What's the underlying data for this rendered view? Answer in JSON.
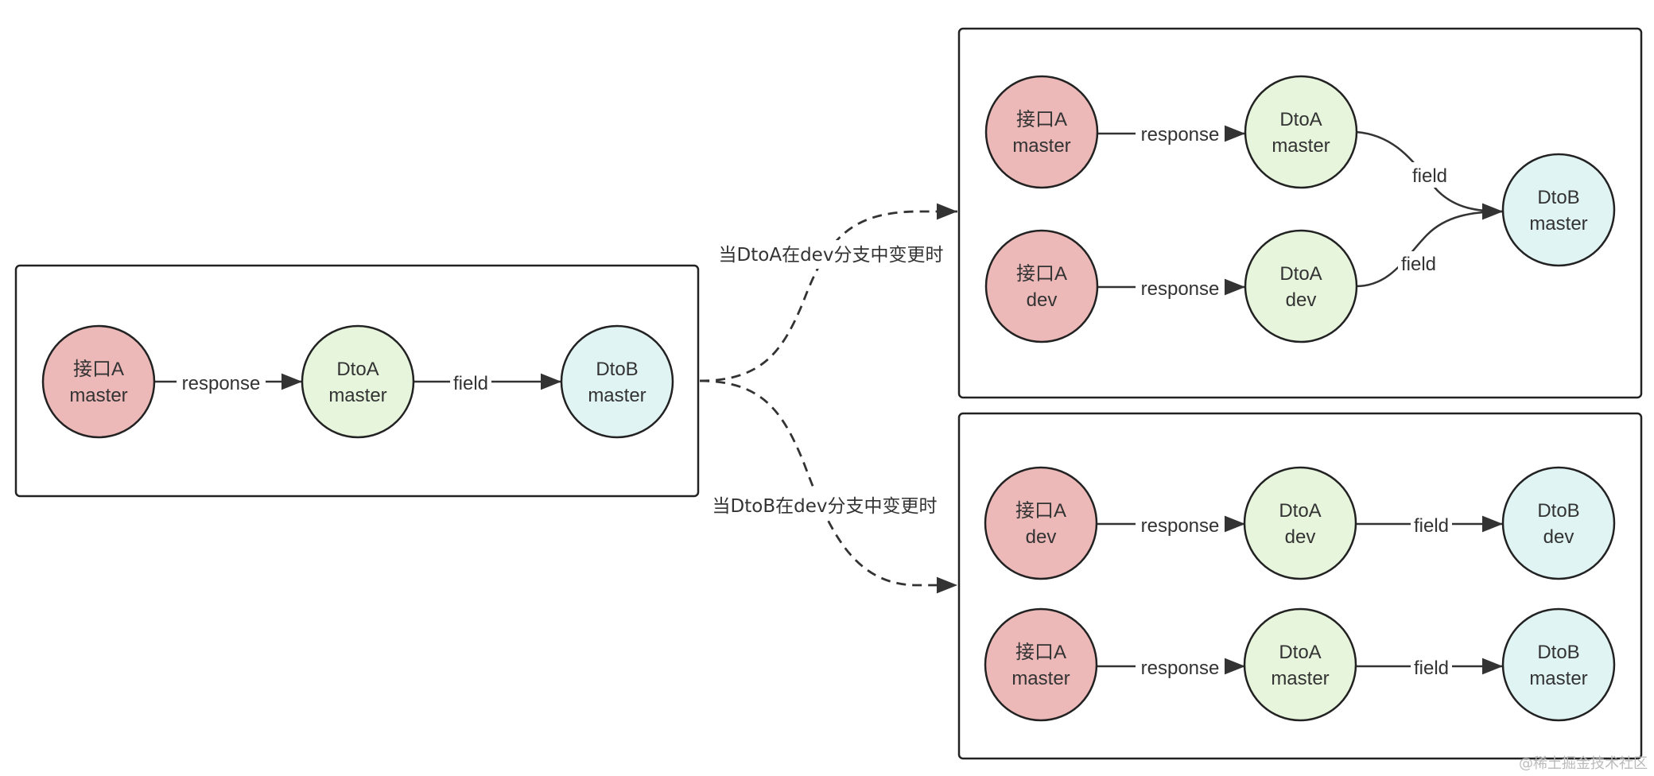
{
  "colors": {
    "interface": "#ecb8b8",
    "dtoA": "#e6f5dc",
    "dtoB": "#e0f4f4",
    "stroke": "#222222"
  },
  "transitions": {
    "top": "当DtoA在dev分支中变更时",
    "bottom": "当DtoB在dev分支中变更时"
  },
  "groups": {
    "base": {
      "nodes": {
        "n1": {
          "line1": "接口A",
          "line2": "master"
        },
        "n2": {
          "line1": "DtoA",
          "line2": "master"
        },
        "n3": {
          "line1": "DtoB",
          "line2": "master"
        }
      },
      "edges": {
        "e1": "response",
        "e2": "field"
      }
    },
    "top": {
      "nodes": {
        "n1": {
          "line1": "接口A",
          "line2": "master"
        },
        "n2": {
          "line1": "DtoA",
          "line2": "master"
        },
        "n3": {
          "line1": "接口A",
          "line2": "dev"
        },
        "n4": {
          "line1": "DtoA",
          "line2": "dev"
        },
        "n5": {
          "line1": "DtoB",
          "line2": "master"
        }
      },
      "edges": {
        "e1": "response",
        "e2": "response",
        "e3": "field",
        "e4": "field"
      }
    },
    "bottom": {
      "nodes": {
        "n1": {
          "line1": "接口A",
          "line2": "dev"
        },
        "n2": {
          "line1": "DtoA",
          "line2": "dev"
        },
        "n3": {
          "line1": "DtoB",
          "line2": "dev"
        },
        "n4": {
          "line1": "接口A",
          "line2": "master"
        },
        "n5": {
          "line1": "DtoA",
          "line2": "master"
        },
        "n6": {
          "line1": "DtoB",
          "line2": "master"
        }
      },
      "edges": {
        "e1": "response",
        "e2": "field",
        "e3": "response",
        "e4": "field"
      }
    }
  },
  "watermark": "@稀土掘金技术社区"
}
